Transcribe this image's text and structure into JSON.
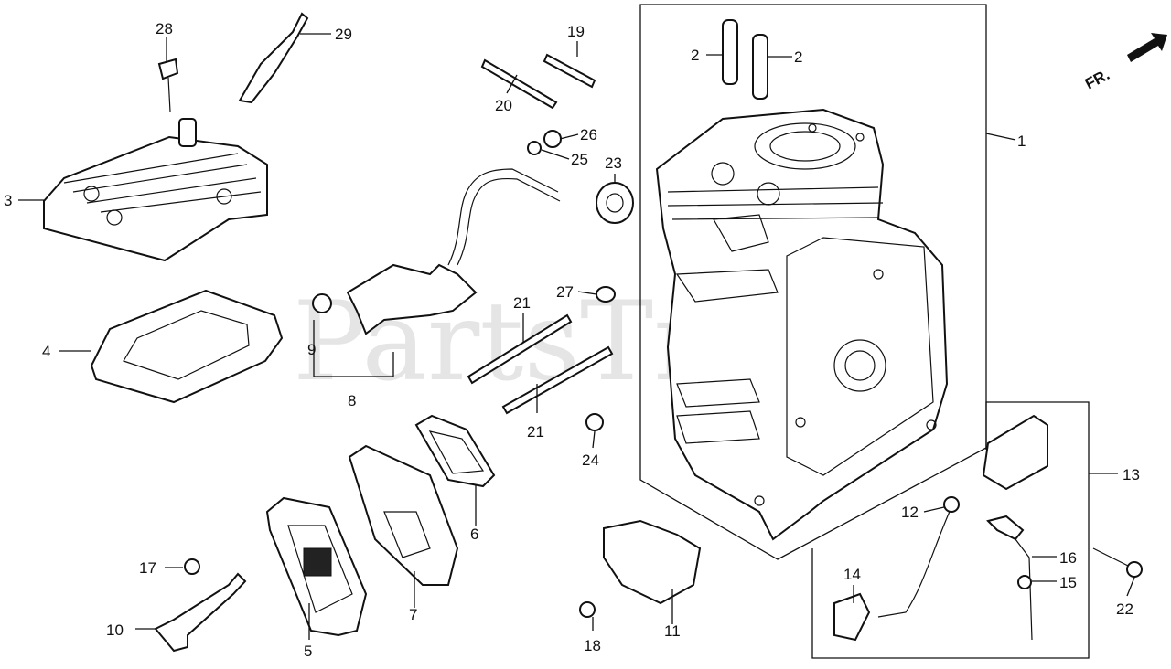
{
  "watermark": "PartsTree",
  "orientation_label": "FR.",
  "callouts": [
    {
      "id": "c1",
      "text": "1"
    },
    {
      "id": "c2a",
      "text": "2"
    },
    {
      "id": "c2b",
      "text": "2"
    },
    {
      "id": "c3",
      "text": "3"
    },
    {
      "id": "c4",
      "text": "4"
    },
    {
      "id": "c5",
      "text": "5"
    },
    {
      "id": "c6",
      "text": "6"
    },
    {
      "id": "c7",
      "text": "7"
    },
    {
      "id": "c8",
      "text": "8"
    },
    {
      "id": "c9",
      "text": "9"
    },
    {
      "id": "c10",
      "text": "10"
    },
    {
      "id": "c11",
      "text": "11"
    },
    {
      "id": "c12",
      "text": "12"
    },
    {
      "id": "c13",
      "text": "13"
    },
    {
      "id": "c14",
      "text": "14"
    },
    {
      "id": "c15",
      "text": "15"
    },
    {
      "id": "c16",
      "text": "16"
    },
    {
      "id": "c17",
      "text": "17"
    },
    {
      "id": "c18",
      "text": "18"
    },
    {
      "id": "c19",
      "text": "19"
    },
    {
      "id": "c20",
      "text": "20"
    },
    {
      "id": "c21a",
      "text": "21"
    },
    {
      "id": "c21b",
      "text": "21"
    },
    {
      "id": "c22",
      "text": "22"
    },
    {
      "id": "c23",
      "text": "23"
    },
    {
      "id": "c24",
      "text": "24"
    },
    {
      "id": "c25",
      "text": "25"
    },
    {
      "id": "c26",
      "text": "26"
    },
    {
      "id": "c27",
      "text": "27"
    },
    {
      "id": "c28",
      "text": "28"
    },
    {
      "id": "c29",
      "text": "29"
    }
  ]
}
